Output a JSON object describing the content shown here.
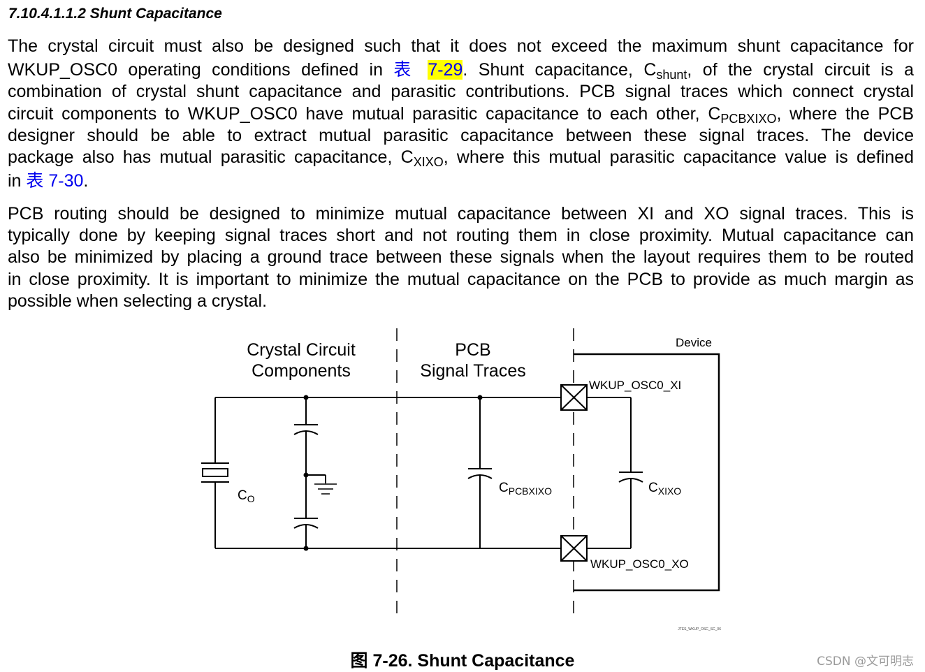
{
  "section": {
    "heading": "7.10.4.1.1.2 Shunt Capacitance"
  },
  "paragraph1": {
    "l1": "The crystal circuit must also be designed such that it does not exceed the maximum shunt capacitance for",
    "l2_a": "WKUP_OSC0 operating conditions defined in ",
    "l2_link_a": "表 ",
    "l2_link_b": "7-29",
    "l2_b": ". Shunt capacitance, C",
    "l2_sub": "shunt",
    "l2_c": ", of the crystal circuit is a",
    "l3": "combination of crystal shunt capacitance and parasitic contributions. PCB signal traces which connect crystal",
    "l4_a": "circuit components to WKUP_OSC0 have mutual parasitic capacitance to each other, C",
    "l4_sub": "PCBXIXO",
    "l4_b": ", where the PCB",
    "l5": "designer should be able to extract mutual parasitic capacitance between these signal traces. The device",
    "l6_a": "package also has mutual parasitic capacitance, C",
    "l6_sub": "XIXO",
    "l6_b": ", where this mutual parasitic capacitance value is defined",
    "l7_a": "in ",
    "l7_link": "表 7-30",
    "l7_b": "."
  },
  "paragraph2": {
    "l1": "PCB routing should be designed to minimize mutual capacitance between XI and XO signal traces. This is",
    "l2": "typically done by keeping signal traces short and not routing them in close proximity. Mutual capacitance can",
    "l3": "also be minimized by placing a ground trace between these signals when the layout requires them to be routed",
    "l4": "in close proximity. It is important to minimize the mutual capacitance on the PCB to provide as much margin as",
    "l5": "possible when selecting a crystal."
  },
  "figure": {
    "label_crystal_1": "Crystal Circuit",
    "label_crystal_2": "Components",
    "label_pcb_1": "PCB",
    "label_pcb_2": "Signal Traces",
    "label_device": "Device",
    "pin_xi": "WKUP_OSC0_XI",
    "pin_xo": "WKUP_OSC0_XO",
    "c0_main": "C",
    "c0_sub": "O",
    "cpcb_main": "C",
    "cpcb_sub": "PCBXIXO",
    "cxixo_main": "C",
    "cxixo_sub": "XIXO",
    "figure_id": "JTES_WKUP_OSC_SC_06",
    "caption": "图 7-26. Shunt Capacitance"
  },
  "watermark": "CSDN @文可明志",
  "colors": {
    "link": "#0000ee",
    "highlight": "#ffff00",
    "watermark": "#9a9a9a"
  }
}
